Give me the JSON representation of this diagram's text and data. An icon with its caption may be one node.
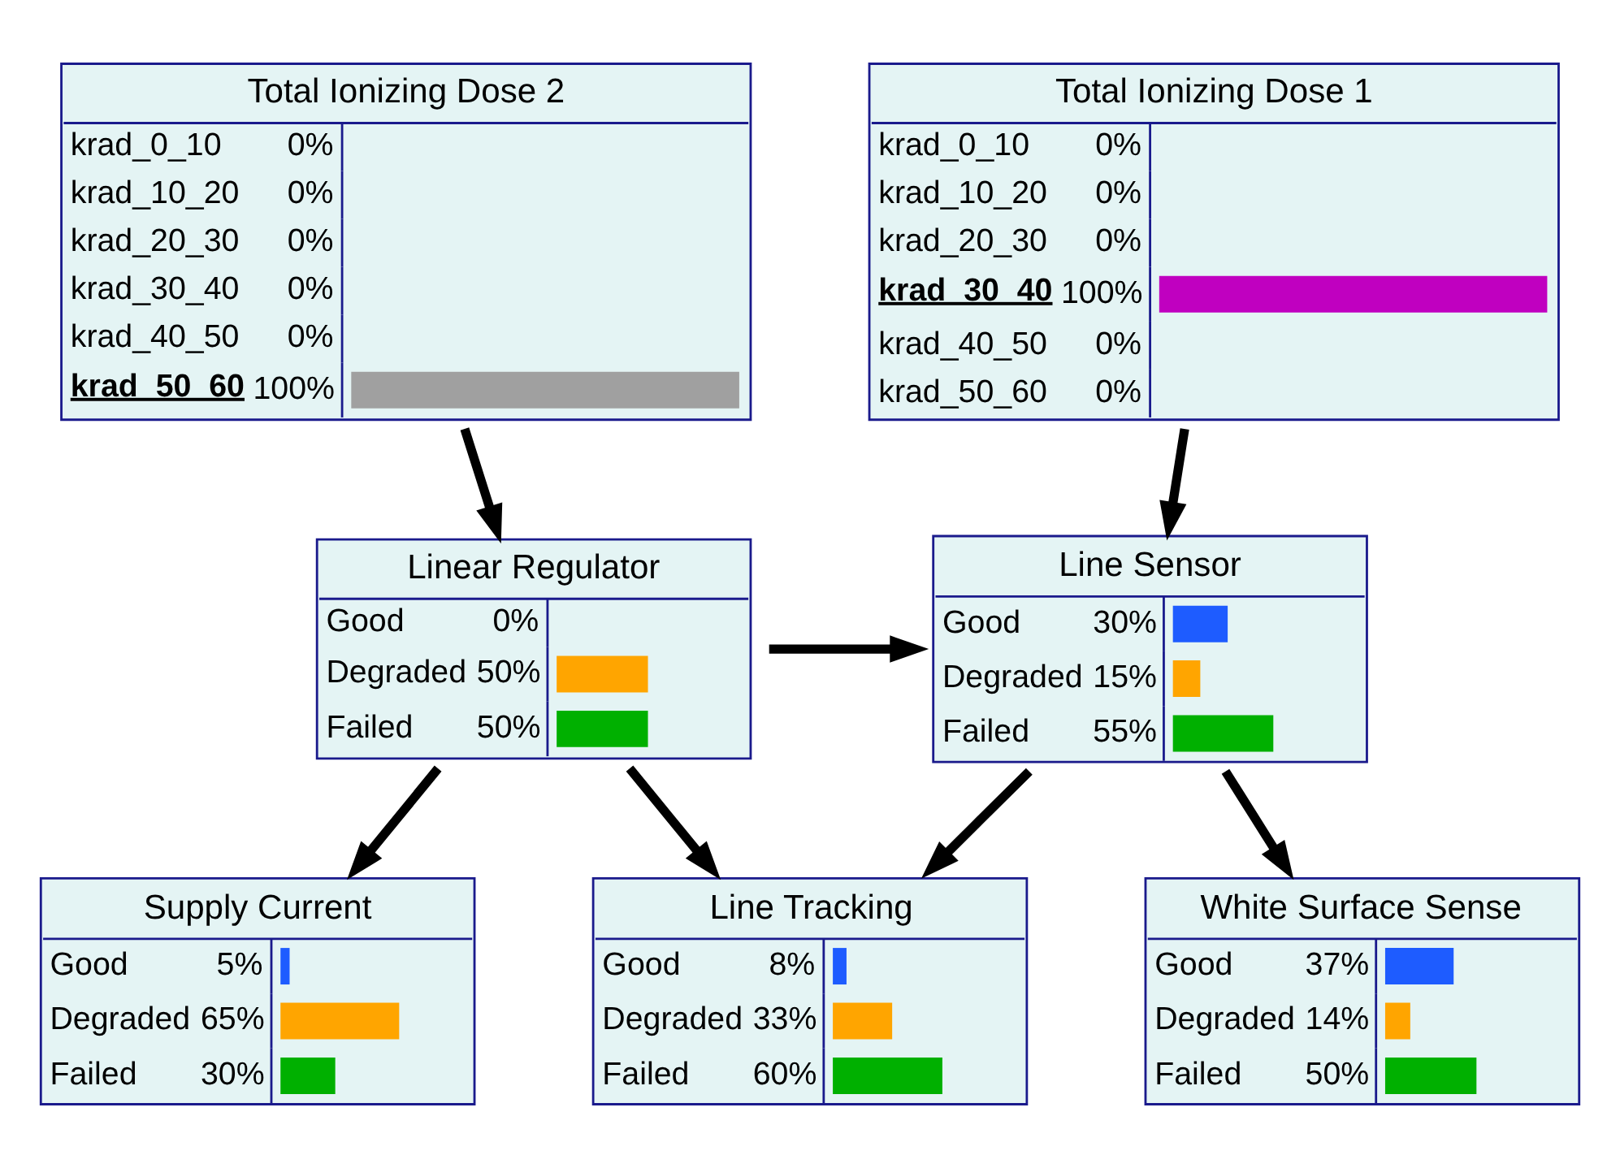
{
  "diagram": {
    "nodes": [
      {
        "text": [
          "Total Ionizing Dose 1",
          "krad_0_10",
          "0%",
          "krad_10_20",
          "0%",
          "krad_20_30",
          "0%",
          "krad_30_40",
          "100%",
          "krad_40_50",
          "0%",
          "krad_50_60",
          "0%"
        ]
      },
      {
        "text": [
          "Total Ionizing Dose 2",
          "krad_0_10",
          "0%",
          "krad_10_20",
          "0%",
          "krad_20_30",
          "0%",
          "krad_30_40",
          "0%",
          "krad_40_50",
          "0%",
          "krad_50_60",
          "100%"
        ]
      },
      {
        "text": [
          "Line Sensor",
          "Good",
          "30%",
          "Degraded",
          "15%",
          "Failed",
          "55%"
        ]
      },
      {
        "text": [
          "Linear Regulator",
          "Good",
          "0%",
          "Degraded",
          "50%",
          "Failed",
          "50%"
        ]
      },
      {
        "text": [
          "White Surface Sense",
          "Good",
          "37%",
          "Degraded",
          "14%",
          "Failed",
          "50%"
        ]
      },
      {
        "text": [
          "Line Tracking",
          "Good",
          "8%",
          "Degraded",
          "33%",
          "Failed",
          "60%"
        ]
      },
      {
        "text": [
          "Supply Current",
          "Good",
          "5%",
          "Degraded",
          "65%",
          "Failed",
          "30%"
        ]
      }
    ],
    "edges": [
      {
        "from": 0,
        "to": 2,
        "arrow": "to"
      },
      {
        "from": 1,
        "to": 3,
        "arrow": "to"
      },
      {
        "from": 3,
        "to": 2,
        "arrow": "to"
      },
      {
        "from": 2,
        "to": 4,
        "arrow": "to"
      },
      {
        "from": 2,
        "to": 5,
        "arrow": "to"
      },
      {
        "from": 3,
        "to": 5,
        "arrow": "to"
      },
      {
        "from": 3,
        "to": 6,
        "arrow": "to"
      }
    ]
  }
}
